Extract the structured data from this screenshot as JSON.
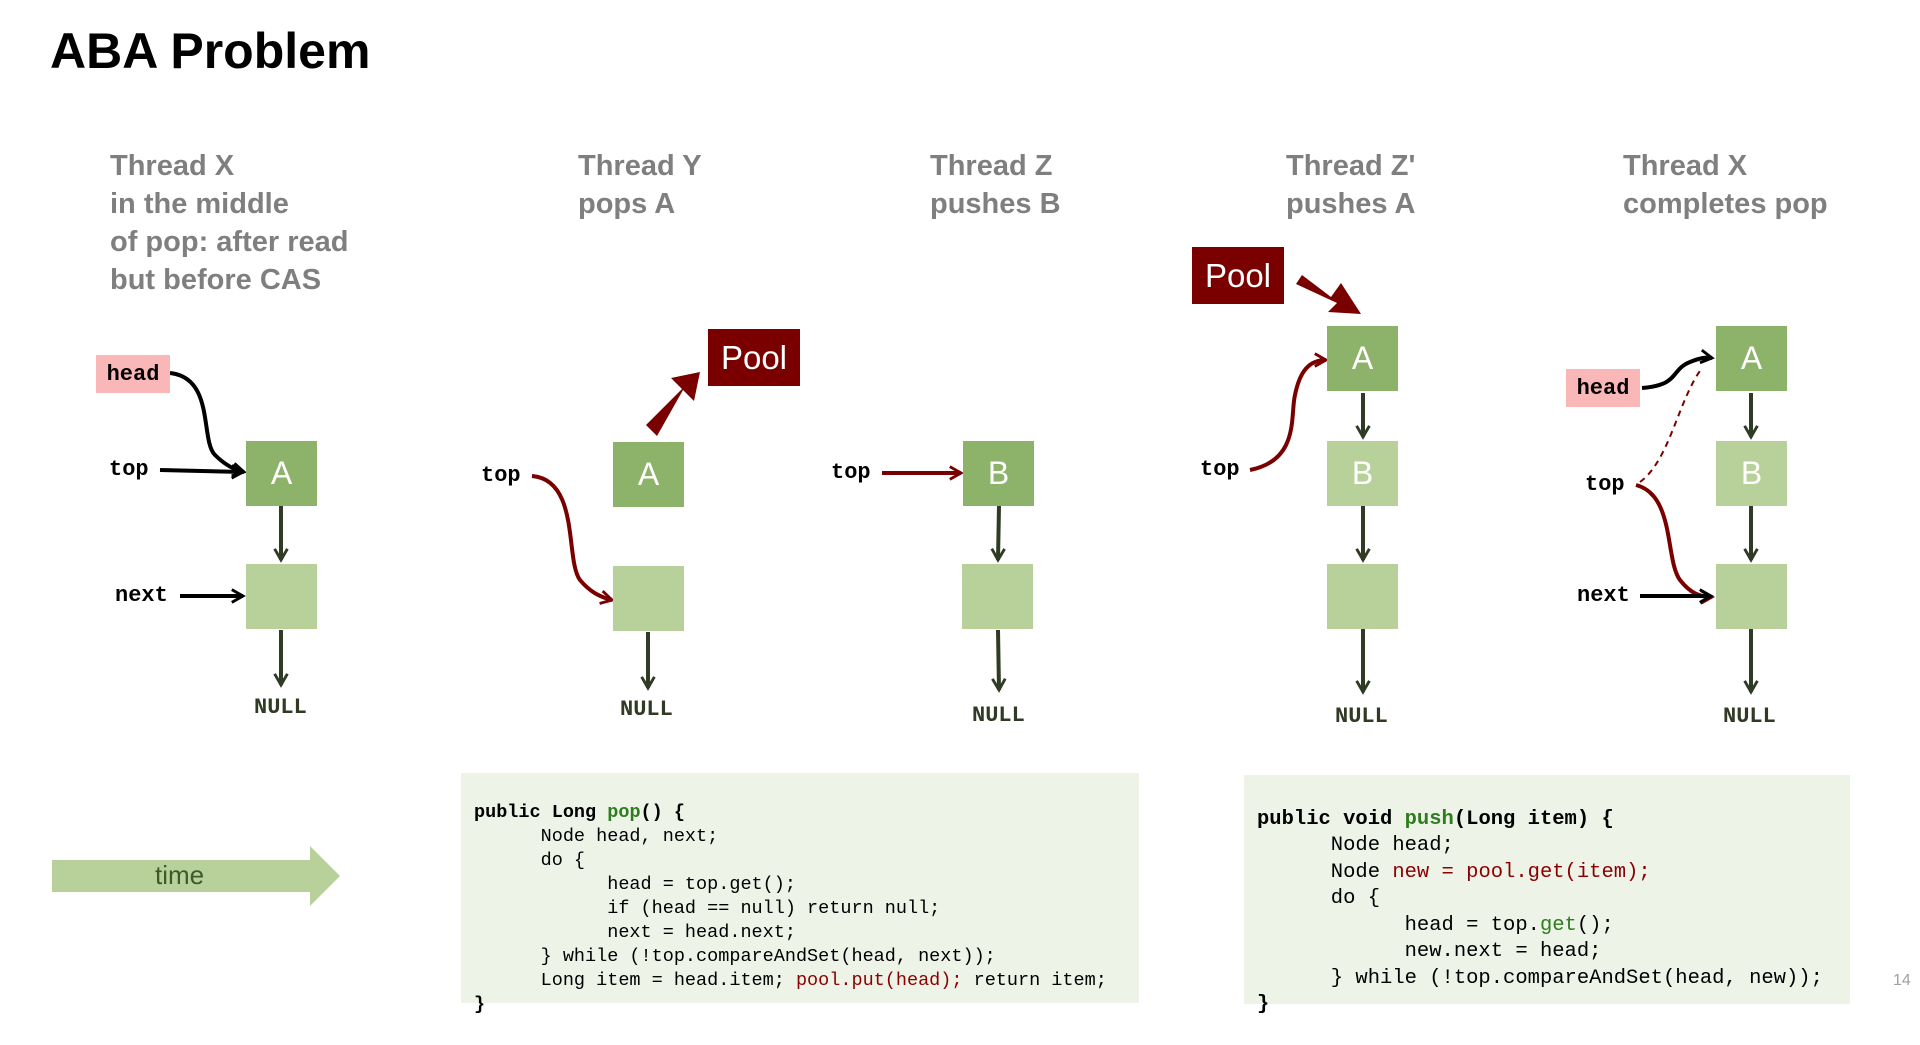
{
  "title": "ABA Problem",
  "columns": [
    {
      "lines": [
        "Thread X",
        "in the middle",
        "of pop: after read",
        "but before CAS"
      ]
    },
    {
      "lines": [
        "Thread Y",
        "pops A"
      ]
    },
    {
      "lines": [
        "Thread Z",
        "pushes B"
      ]
    },
    {
      "lines": [
        "Thread Z'",
        "pushes A"
      ]
    },
    {
      "lines": [
        "Thread X",
        "completes pop"
      ]
    }
  ],
  "labels": {
    "head": "head",
    "top": "top",
    "next": "next",
    "null": "NULL",
    "pool": "Pool",
    "A": "A",
    "B": "B"
  },
  "time_label": "time",
  "page_number": "14",
  "colors": {
    "node_dark": "#8db36b",
    "node_light": "#b8d19a",
    "pool": "#7a0000",
    "arrow_red": "#7a0000",
    "arrow_green": "#2f3b24",
    "head_tag": "#f9b7b7"
  },
  "pop_code": {
    "l1a": "public Long ",
    "l1b": "pop",
    "l1c": "() {",
    "l2": "      Node head, next;",
    "l3": "      do {",
    "l4": "            head = top.get();",
    "l5": "            if (head == null) return null;",
    "l6": "            next = head.next;",
    "l7": "      } while (!top.compareAndSet(head, next));",
    "l8a": "      Long item = head.item; ",
    "l8b": "pool.put(head);",
    "l8c": " return item;",
    "l9": "}"
  },
  "push_code": {
    "l1a": "public void ",
    "l1b": "push",
    "l1c": "(Long item) {",
    "l2": "      Node head;",
    "l3a": "      Node ",
    "l3b": "new = pool.get(item);",
    "l4": "      do {",
    "l5a": "            head = top.",
    "l5b": "get",
    "l5c": "();",
    "l6": "            new.next = head;",
    "l7": "      } while (!top.compareAndSet(head, new));",
    "l8": "}"
  }
}
